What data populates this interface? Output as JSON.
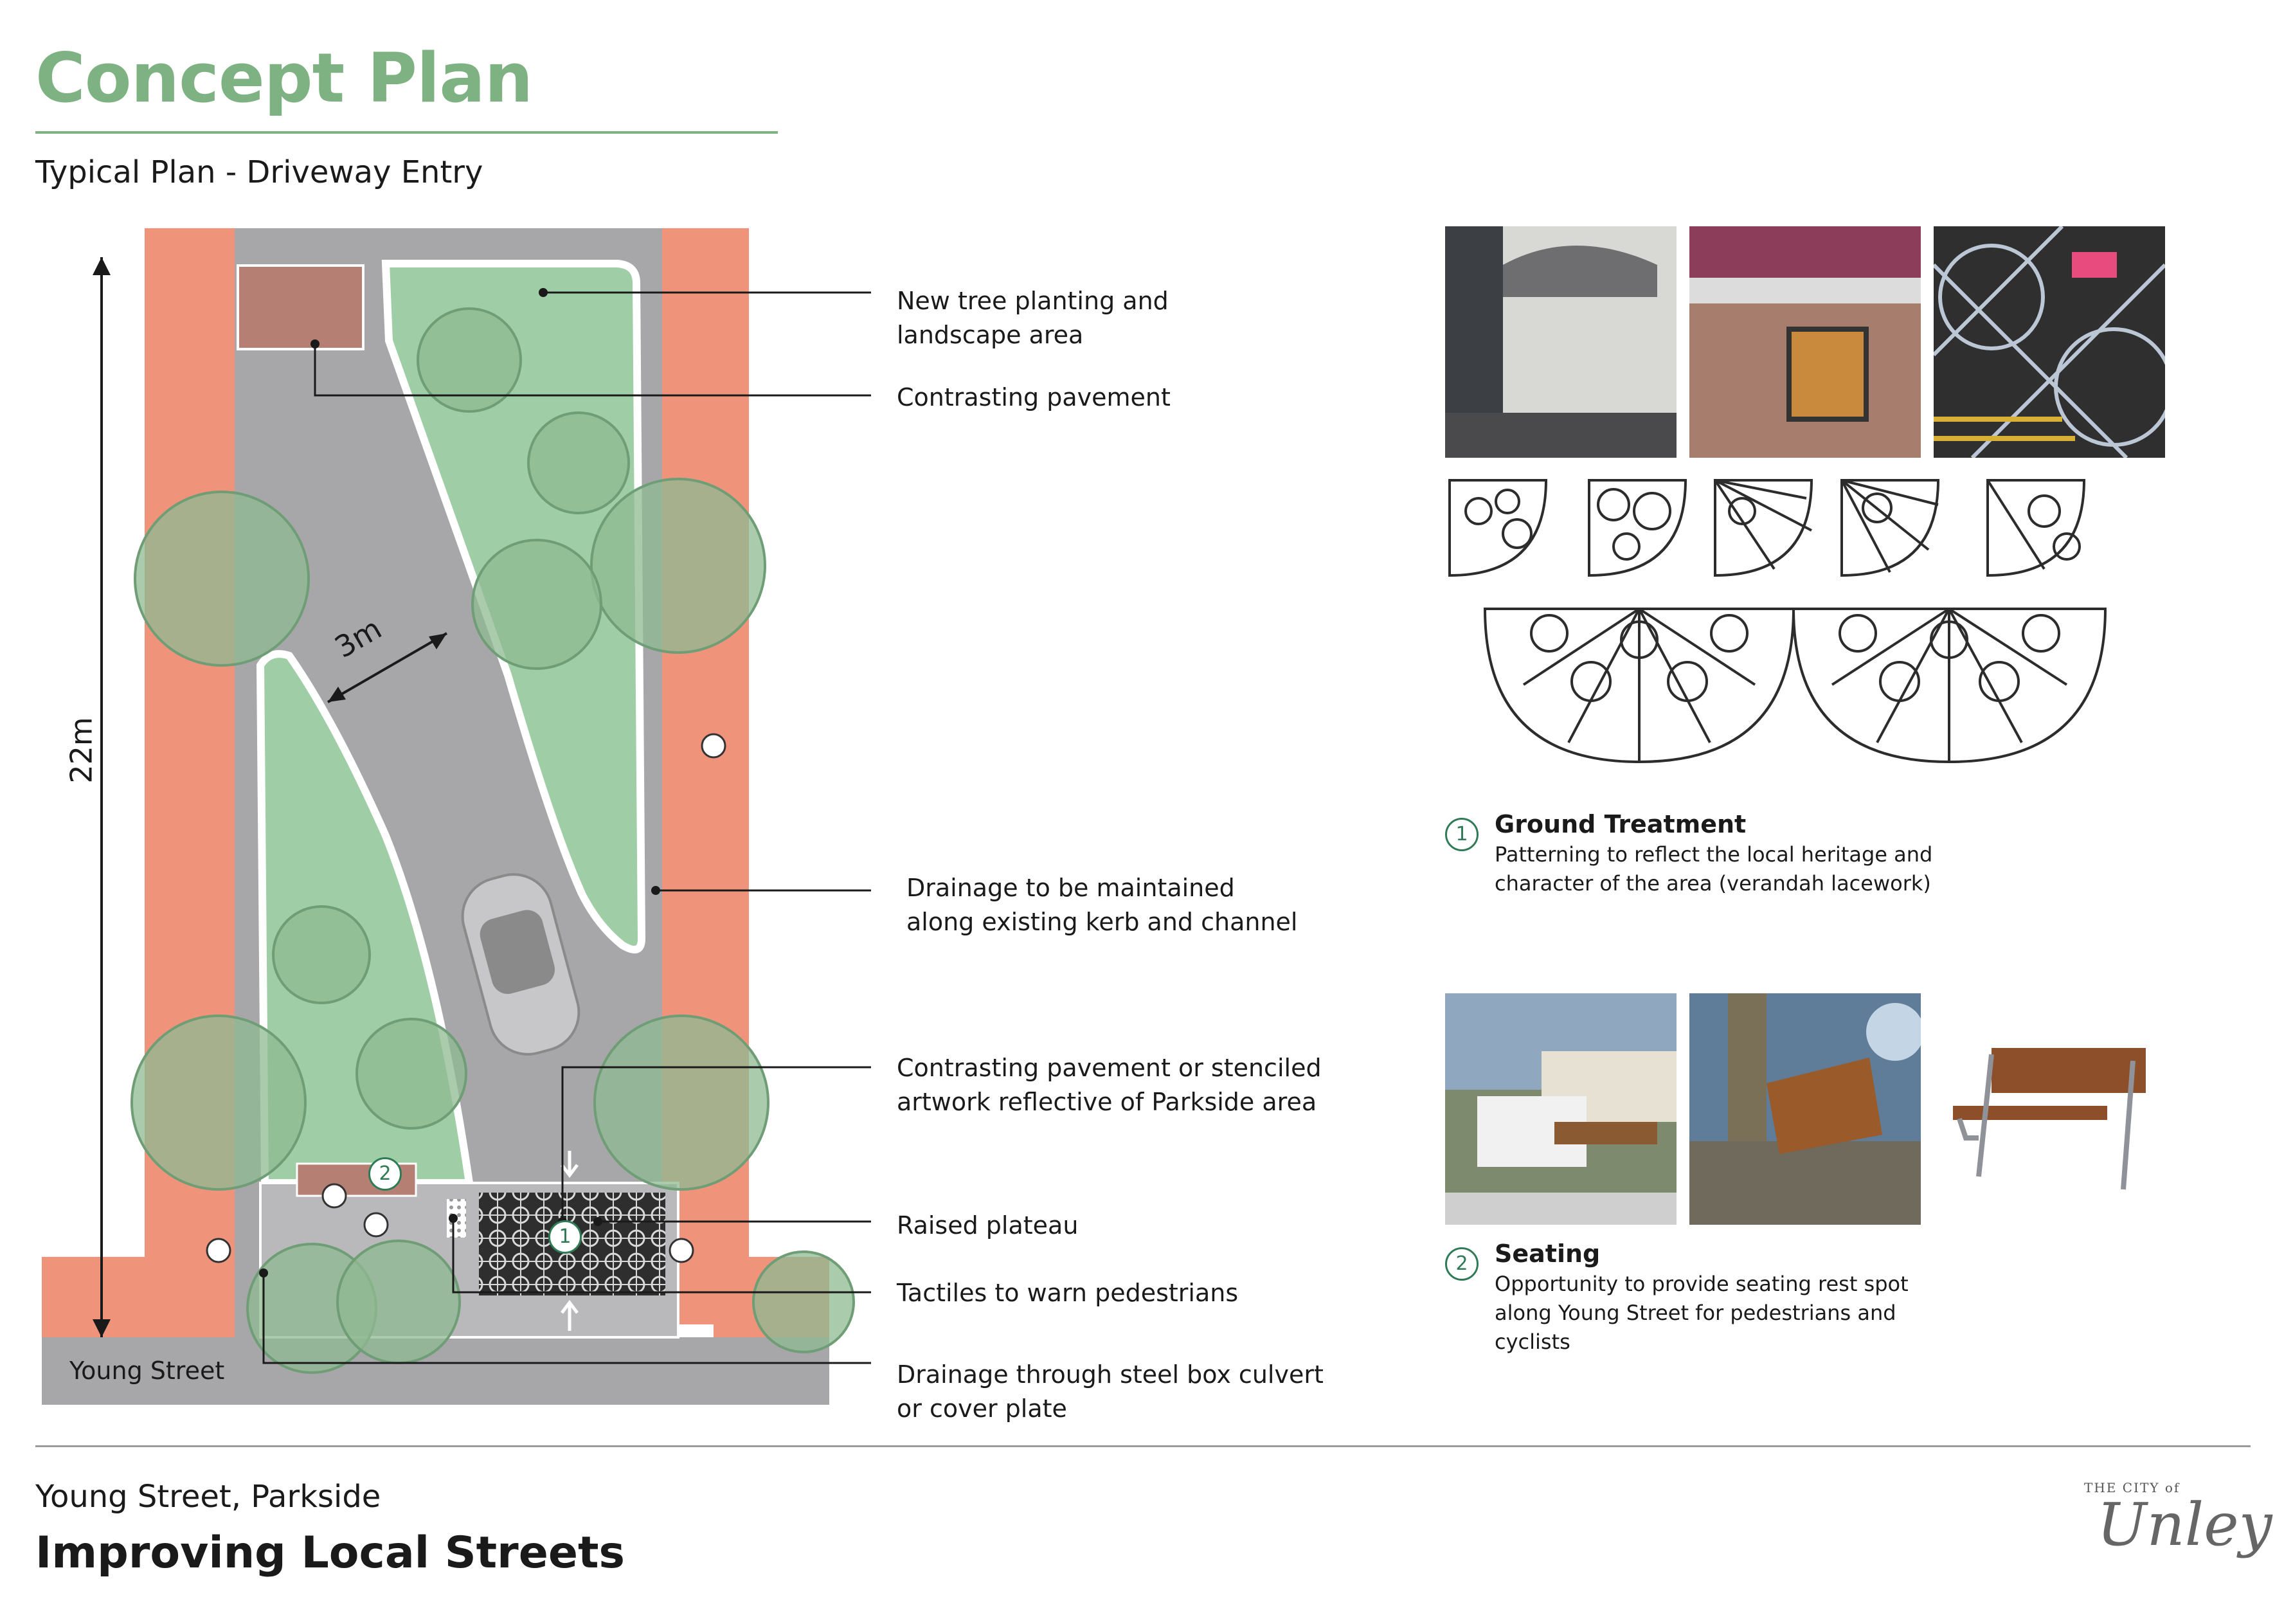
{
  "header": {
    "title": "Concept Plan",
    "subtitle": "Typical Plan - Driveway Entry"
  },
  "plan": {
    "dimension_length": "22m",
    "dimension_width": "3m",
    "street_label": "Young Street",
    "badge_1": "1",
    "badge_2": "2"
  },
  "callouts": [
    {
      "line1": "New tree planting and",
      "line2": "landscape area"
    },
    {
      "line1": "Contrasting pavement",
      "line2": ""
    },
    {
      "line1": "Drainage to be maintained",
      "line2": "along existing kerb and channel"
    },
    {
      "line1": "Contrasting pavement or stenciled",
      "line2": "artwork reflective of Parkside area"
    },
    {
      "line1": "Raised plateau",
      "line2": ""
    },
    {
      "line1": "Tactiles to warn pedestrians",
      "line2": ""
    },
    {
      "line1": "Drainage through steel box culvert",
      "line2": "or cover plate"
    }
  ],
  "features": [
    {
      "number": "1",
      "title": "Ground Treatment",
      "line1": "Patterning to reflect the local heritage and",
      "line2": "character of the area (verandah lacework)",
      "line3": ""
    },
    {
      "number": "2",
      "title": "Seating",
      "line1": "Opportunity to provide seating rest spot",
      "line2": "along Young Street for pedestrians and",
      "line3": "cyclists"
    }
  ],
  "footer": {
    "location": "Young Street, Parkside",
    "title": "Improving Local Streets"
  },
  "logo": {
    "small": "THE CITY of",
    "name": "Unley"
  },
  "colors": {
    "accent": "#7fb283",
    "footpath": "#f0937b",
    "road": "#a7a7aa",
    "landscape": "#9fcea6",
    "badge": "#2e7b56"
  }
}
